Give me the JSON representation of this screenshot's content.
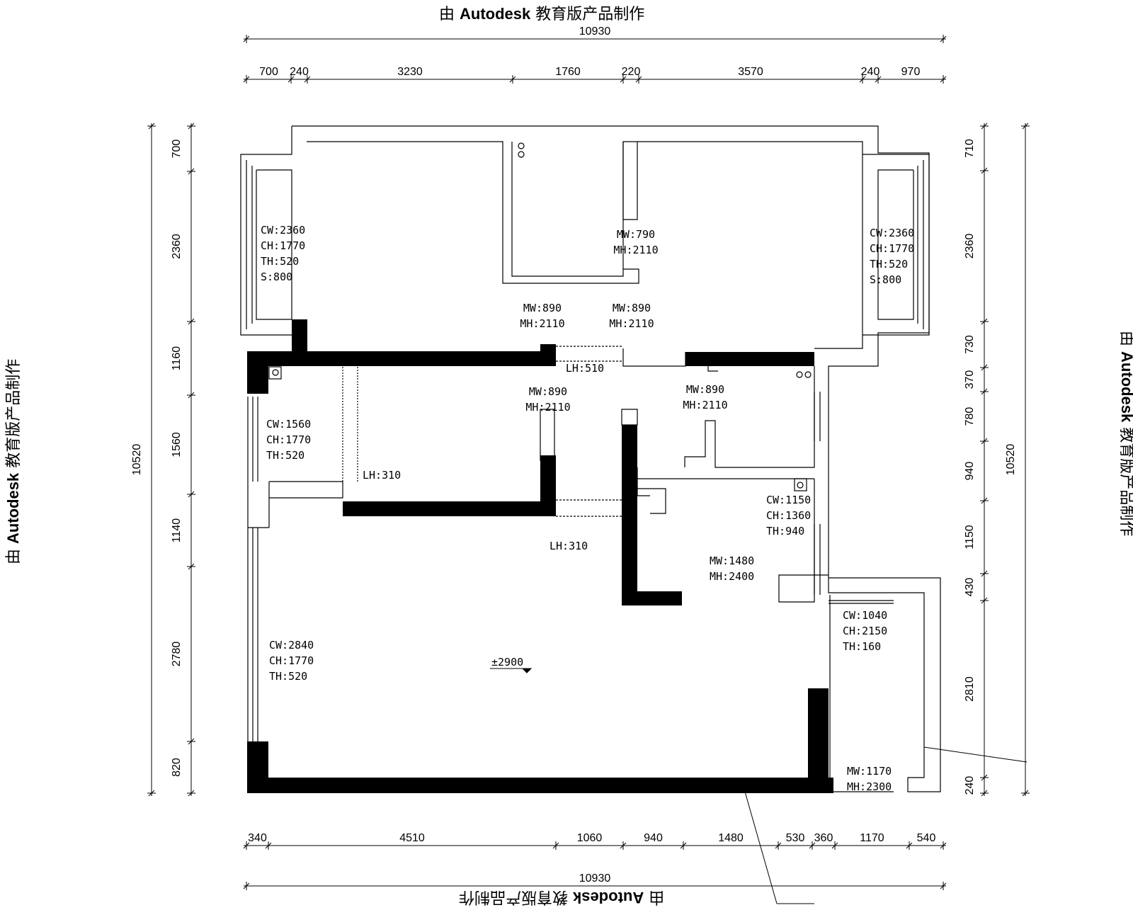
{
  "watermark": {
    "prefix": "由",
    "brand": "Autodesk",
    "suffix": "教育版产品制作"
  },
  "dimensions": {
    "top_total": "10930",
    "top_segments": [
      "700",
      "240",
      "3230",
      "1760",
      "220",
      "3570",
      "240",
      "970"
    ],
    "bottom_total": "10930",
    "bottom_segments": [
      "340",
      "4510",
      "1060",
      "940",
      "1480",
      "530",
      "360",
      "1170",
      "540"
    ],
    "left_total": "10520",
    "left_segments": [
      "700",
      "2360",
      "1160",
      "1560",
      "1140",
      "2780",
      "820"
    ],
    "right_total": "10520",
    "right_segments": [
      "710",
      "2360",
      "730",
      "370",
      "780",
      "940",
      "1150",
      "430",
      "2810",
      "240"
    ]
  },
  "annotations": [
    {
      "id": "win-top-left",
      "lines": [
        "CW:2360",
        "CH:1770",
        "TH:520",
        "S:800"
      ]
    },
    {
      "id": "win-top-right",
      "lines": [
        "CW:2360",
        "CH:1770",
        "TH:520",
        "S:800"
      ]
    },
    {
      "id": "door-790",
      "lines": [
        "MW:790",
        "MH:2110"
      ]
    },
    {
      "id": "door-890-a",
      "lines": [
        "MW:890",
        "MH:2110"
      ]
    },
    {
      "id": "door-890-b",
      "lines": [
        "MW:890",
        "MH:2110"
      ]
    },
    {
      "id": "door-890-c",
      "lines": [
        "MW:890",
        "MH:2110"
      ]
    },
    {
      "id": "door-890-d",
      "lines": [
        "MW:890",
        "MH:2110"
      ]
    },
    {
      "id": "beam-510",
      "lines": [
        "LH:510"
      ]
    },
    {
      "id": "win-1560",
      "lines": [
        "CW:1560",
        "CH:1770",
        "TH:520"
      ]
    },
    {
      "id": "beam-310-a",
      "lines": [
        "LH:310"
      ]
    },
    {
      "id": "beam-310-b",
      "lines": [
        "LH:310"
      ]
    },
    {
      "id": "win-1150",
      "lines": [
        "CW:1150",
        "CH:1360",
        "TH:940"
      ]
    },
    {
      "id": "door-1480",
      "lines": [
        "MW:1480",
        "MH:2400"
      ]
    },
    {
      "id": "win-1040",
      "lines": [
        "CW:1040",
        "CH:2150",
        "TH:160"
      ]
    },
    {
      "id": "win-2840",
      "lines": [
        "CW:2840",
        "CH:1770",
        "TH:520"
      ]
    },
    {
      "id": "elevation",
      "lines": [
        "±2900"
      ]
    },
    {
      "id": "door-1170",
      "lines": [
        "MW:1170",
        "MH:2300"
      ]
    }
  ]
}
